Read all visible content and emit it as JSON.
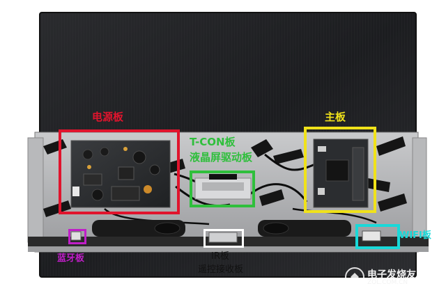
{
  "annotations": {
    "power_board": "电源板",
    "tcon_line1": "T-CON板",
    "tcon_line2": "液晶屏驱动板",
    "main_board": "主板",
    "bluetooth_board": "蓝牙板",
    "ir_line1": "IR板",
    "ir_line2": "遥控接收板",
    "wifi_board": "WIFI板"
  },
  "watermark": {
    "brand": "电子发烧友",
    "site": "ZOL.COM.CN"
  },
  "colors": {
    "power_board": "#e0142d",
    "tcon_board": "#2fbf3c",
    "main_board": "#f0e21a",
    "bluetooth_board": "#c01ec8",
    "ir_board": "#ffffff",
    "wifi_board": "#19d9d9"
  }
}
